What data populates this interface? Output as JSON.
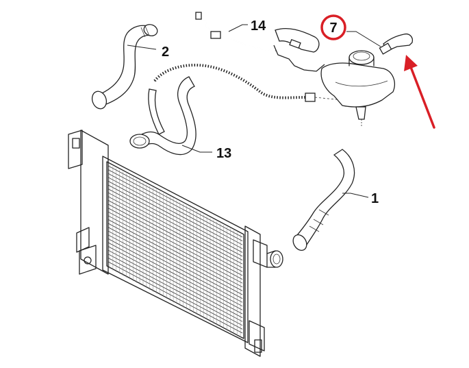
{
  "labels": {
    "part_1": "1",
    "part_2": "2",
    "part_7": "7",
    "part_13": "13",
    "part_14": "14"
  },
  "highlight": {
    "target_part": "7",
    "ring_color": "#d91f26",
    "arrow_color": "#d91f26"
  }
}
